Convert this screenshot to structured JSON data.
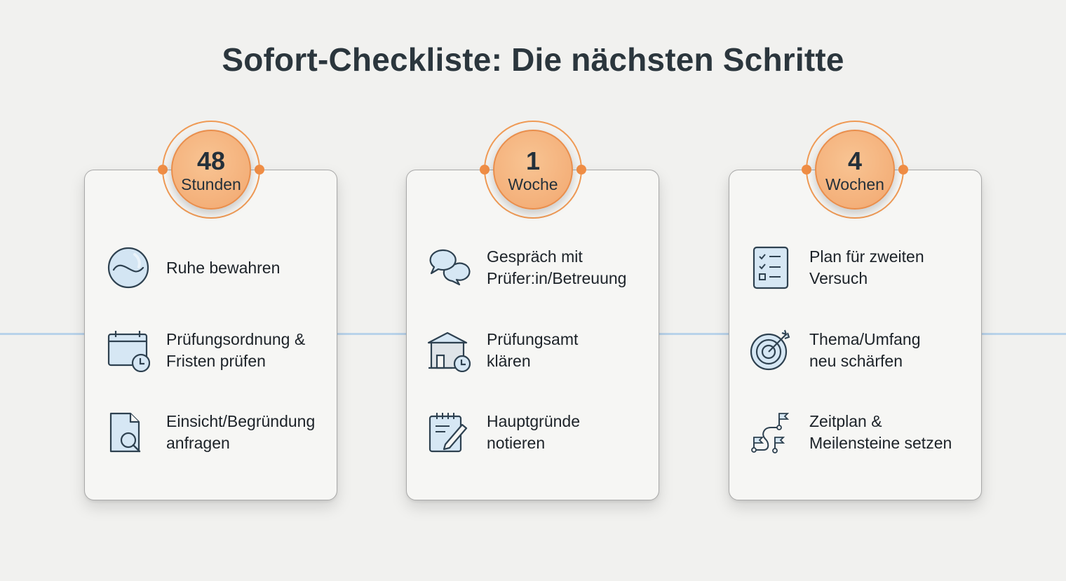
{
  "title": "Sofort-Checkliste: Die nächsten Schritte",
  "colors": {
    "background": "#f1f1ef",
    "accent_orange": "#f4b07a",
    "ring_orange": "#ef9a55",
    "timeline_blue": "#b9d3ea",
    "icon_fill": "#d6e7f4",
    "icon_stroke": "#2e4150",
    "text_dark": "#1c2228"
  },
  "columns": [
    {
      "badge": {
        "number": "48",
        "unit": "Stunden"
      },
      "items": [
        {
          "icon": "wave-circle-icon",
          "label": "Ruhe bewahren"
        },
        {
          "icon": "calendar-clock-icon",
          "label": "Prüfungsordnung &\nFristen prüfen"
        },
        {
          "icon": "document-search-icon",
          "label": "Einsicht/Begründung\nanfragen"
        }
      ]
    },
    {
      "badge": {
        "number": "1",
        "unit": "Woche"
      },
      "items": [
        {
          "icon": "chat-bubbles-icon",
          "label": "Gespräch mit\nPrüfer:in/Betreuung"
        },
        {
          "icon": "office-clock-icon",
          "label": "Prüfungsamt\nklären"
        },
        {
          "icon": "notepad-pencil-icon",
          "label": "Hauptgründe\nnotieren"
        }
      ]
    },
    {
      "badge": {
        "number": "4",
        "unit": "Wochen"
      },
      "items": [
        {
          "icon": "checklist-icon",
          "label": "Plan für zweiten\nVersuch"
        },
        {
          "icon": "target-arrow-icon",
          "label": "Thema/Umfang\nneu schärfen"
        },
        {
          "icon": "milestone-flags-icon",
          "label": "Zeitplan &\nMeilensteine setzen"
        }
      ]
    }
  ]
}
